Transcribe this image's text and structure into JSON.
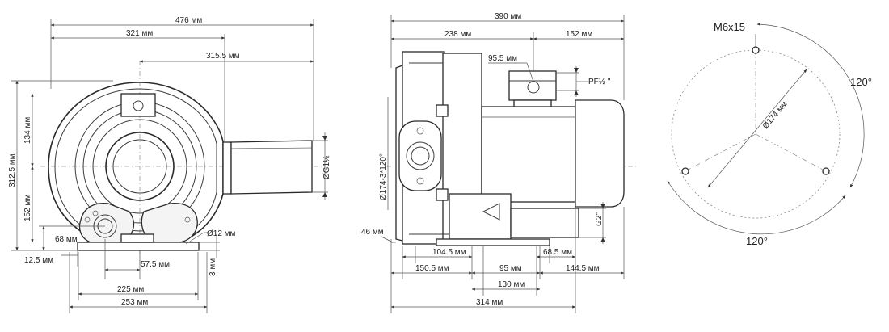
{
  "front_view": {
    "dim_width_total": "476 мм",
    "dim_width_left": "321 мм",
    "dim_width_right": "315.5 мм",
    "dim_height_total": "312.5 мм",
    "dim_height_upper": "134 мм",
    "dim_height_lower": "152 мм",
    "dim_inlet": "ØG1½",
    "dim_foot_height": "68 мм",
    "dim_foot_left": "12.5 мм",
    "dim_hole": "Ø12 мм",
    "dim_foot_gap": "57.5 мм",
    "dim_foot_thickness": "3 мм",
    "dim_foot_inner": "225 мм",
    "dim_foot_outer": "253 мм"
  },
  "side_view": {
    "dim_total": "390 мм",
    "dim_left": "238 мм",
    "dim_right": "152 мм",
    "dim_box": "95.5 мм",
    "dim_pf": "PF½ \"",
    "dim_bolt_circle": "Ø174-3*120°",
    "dim_g2": "G2\"",
    "dim_46": "46 мм",
    "dim_104": "104.5 мм",
    "dim_68": "68.5 мм",
    "dim_150": "150.5 мм",
    "dim_95": "95 мм",
    "dim_144": "144.5 мм",
    "dim_130": "130 мм",
    "dim_314": "314 мм"
  },
  "flange_view": {
    "thread": "M6x15",
    "diameter": "Ø174 мм",
    "angle_right": "120°",
    "angle_bottom": "120°"
  }
}
